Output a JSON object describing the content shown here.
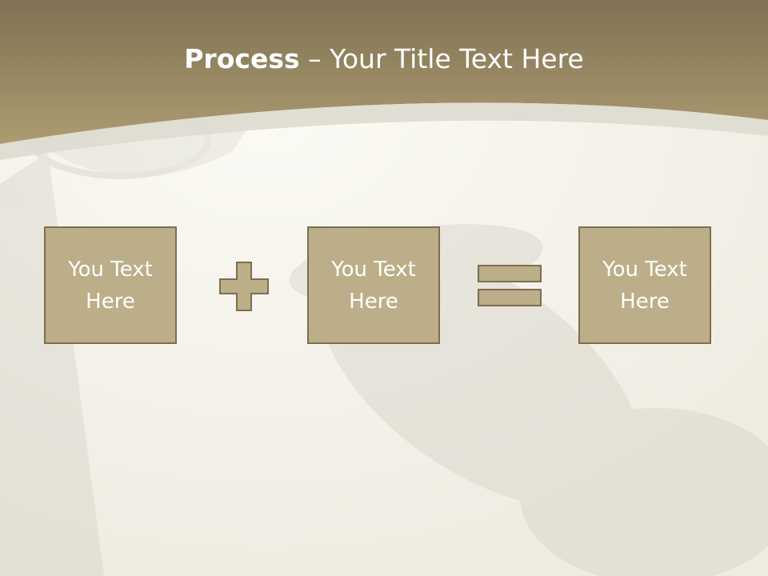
{
  "slide": {
    "title_bold": "Process",
    "title_rest": " – Your Title Text Here",
    "boxes": [
      {
        "text": "You Text Here"
      },
      {
        "text": "You Text Here"
      },
      {
        "text": "You Text Here"
      }
    ],
    "operators": [
      "plus-icon",
      "equals-icon"
    ]
  },
  "colors": {
    "header_band": "#8e7f5c",
    "box_fill": "#bcae88",
    "box_border": "#7d6e50",
    "background": "#f6f5ee"
  }
}
